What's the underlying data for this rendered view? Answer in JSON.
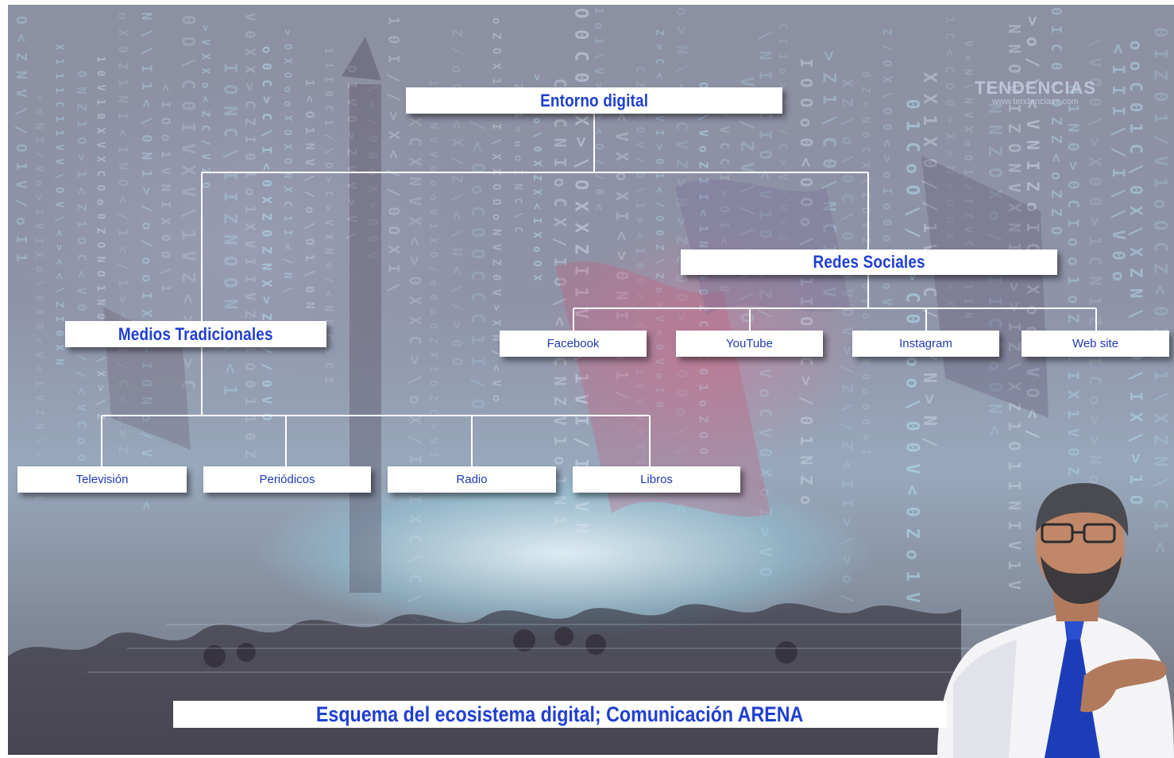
{
  "diagram": {
    "root": "Entorno digital",
    "branches": {
      "traditional": {
        "label": "Medios Tradicionales",
        "children": [
          "Televisión",
          "Periódicos",
          "Radio",
          "Libros"
        ]
      },
      "social": {
        "label": "Redes Sociales",
        "children": [
          "Facebook",
          "YouTube",
          "Instagram",
          "Web site"
        ]
      }
    }
  },
  "caption": "Esquema del ecosistema digital; Comunicación ARENA",
  "watermark": {
    "brand": "TENDENCIAS",
    "url": "www.tendenciasx.com"
  },
  "colors": {
    "label_blue": "#1f3fd2",
    "connector": "#ffffff",
    "box_bg": "#ffffff"
  }
}
